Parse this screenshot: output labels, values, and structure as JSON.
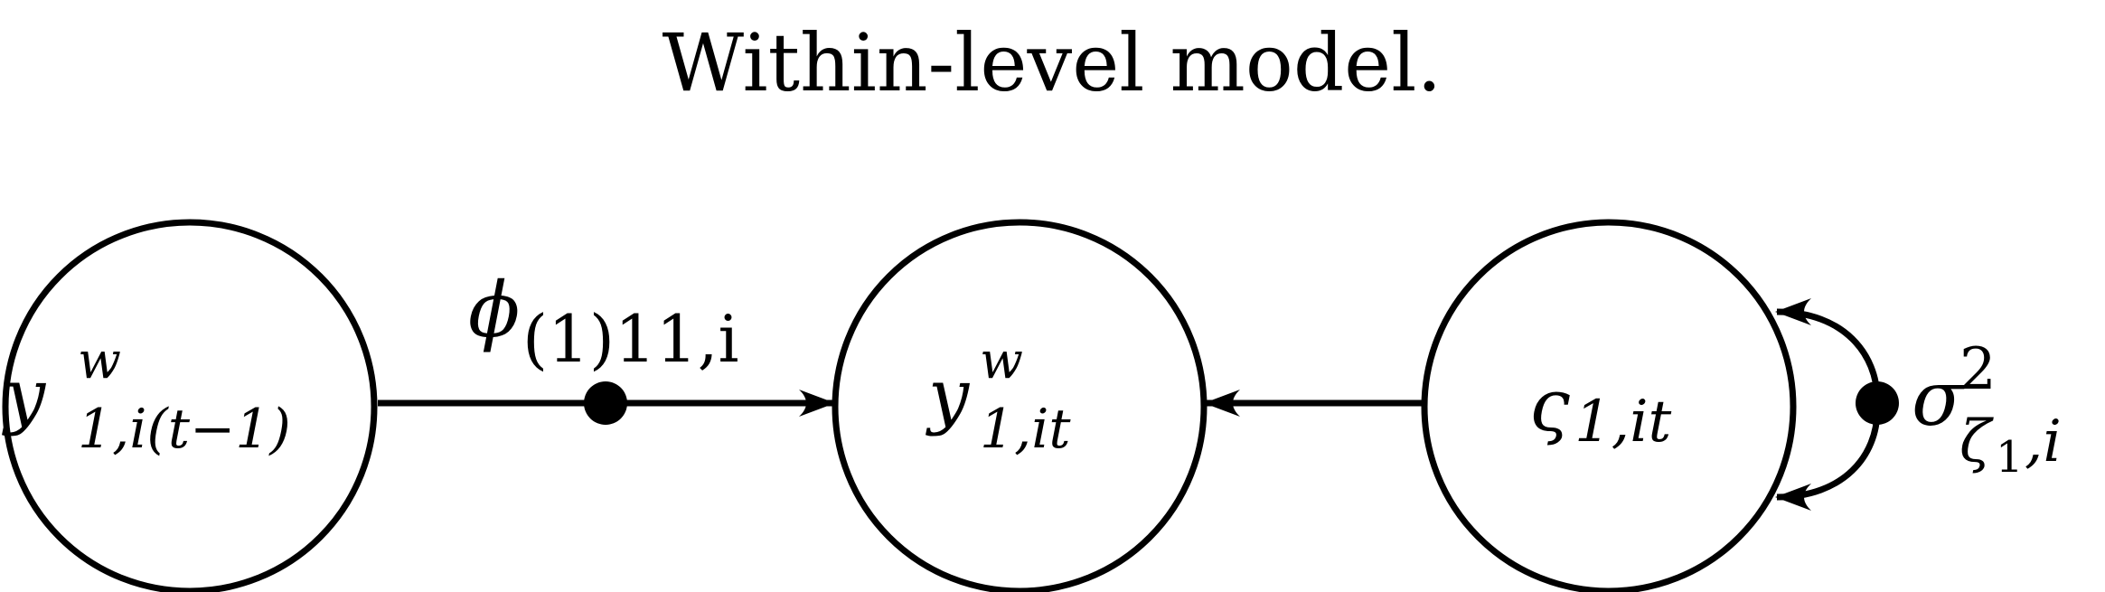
{
  "title": "Within-level model.",
  "nodes": {
    "lagged": {
      "base": "y",
      "sup": "w",
      "sub": "1,i(t−1)"
    },
    "current": {
      "base": "y",
      "sup": "w",
      "sub": "1,it"
    },
    "residual": {
      "base": "ς",
      "sub": "1,it"
    }
  },
  "edges": {
    "autoregression": {
      "base": "ϕ",
      "sub": "(1)11,i"
    },
    "variance": {
      "base": "σ",
      "sup": "2",
      "sub": "ζ",
      "subsub": "1",
      "subtail": ",i"
    }
  },
  "colors": {
    "stroke": "#000000",
    "background": "#ffffff"
  }
}
